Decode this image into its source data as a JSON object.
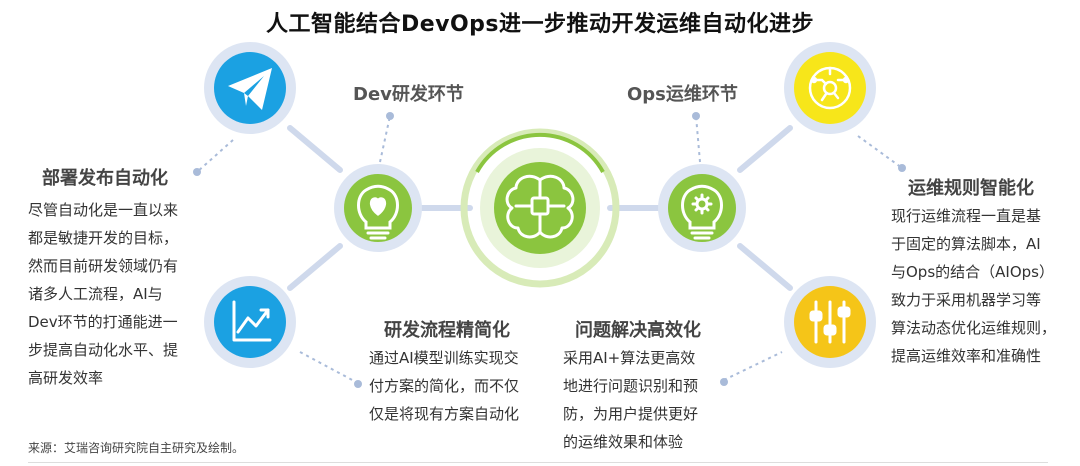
{
  "title": "人工智能结合DevOps进一步推动开发运维自动化进步",
  "labels": {
    "dev": "Dev研发环节",
    "ops": "Ops运维环节"
  },
  "colors": {
    "connector": "#cfd9ec",
    "halo": "#dde5f3",
    "green": "#8bc53f",
    "blue": "#1ba1e2",
    "yellow": "#f7e61a",
    "gold": "#f5c518",
    "ring": "#d8ebb8"
  },
  "sections": {
    "deploy": {
      "heading": "部署发布自动化",
      "lines": [
        "尽管自动化是一直以来",
        "都是敏捷开发的目标，",
        "然而目前研发领域仍有",
        "诸多人工流程，AI与",
        "Dev环节的打通能进一",
        "步提高自动化水平、提",
        "高研发效率"
      ]
    },
    "streamline": {
      "heading": "研发流程精简化",
      "lines": [
        "通过AI模型训练实现交",
        "付方案的简化，而不仅",
        "仅是将现有方案自动化"
      ]
    },
    "efficiency": {
      "heading": "问题解决高效化",
      "lines": [
        "采用AI+算法更高效",
        "地进行问题识别和预",
        "防，为用户提供更好",
        "的运维效果和体验"
      ]
    },
    "rules": {
      "heading": "运维规则智能化",
      "lines": [
        "现行运维流程一直是基",
        "于固定的算法脚本，AI",
        "与Ops的结合（AIOps）",
        "致力于采用机器学习等",
        "算法动态优化运维规则，",
        "提高运维效率和准确性"
      ]
    }
  },
  "icons": {
    "center": "brain-chip-icon",
    "dev": "lightbulb-heart-icon",
    "ops": "lightbulb-gear-icon",
    "deploy": "paper-plane-icon",
    "trend": "trend-chart-icon",
    "rules": "circuit-target-icon",
    "sliders": "sliders-icon"
  },
  "source": "来源：艾瑞咨询研究院自主研究及绘制。"
}
